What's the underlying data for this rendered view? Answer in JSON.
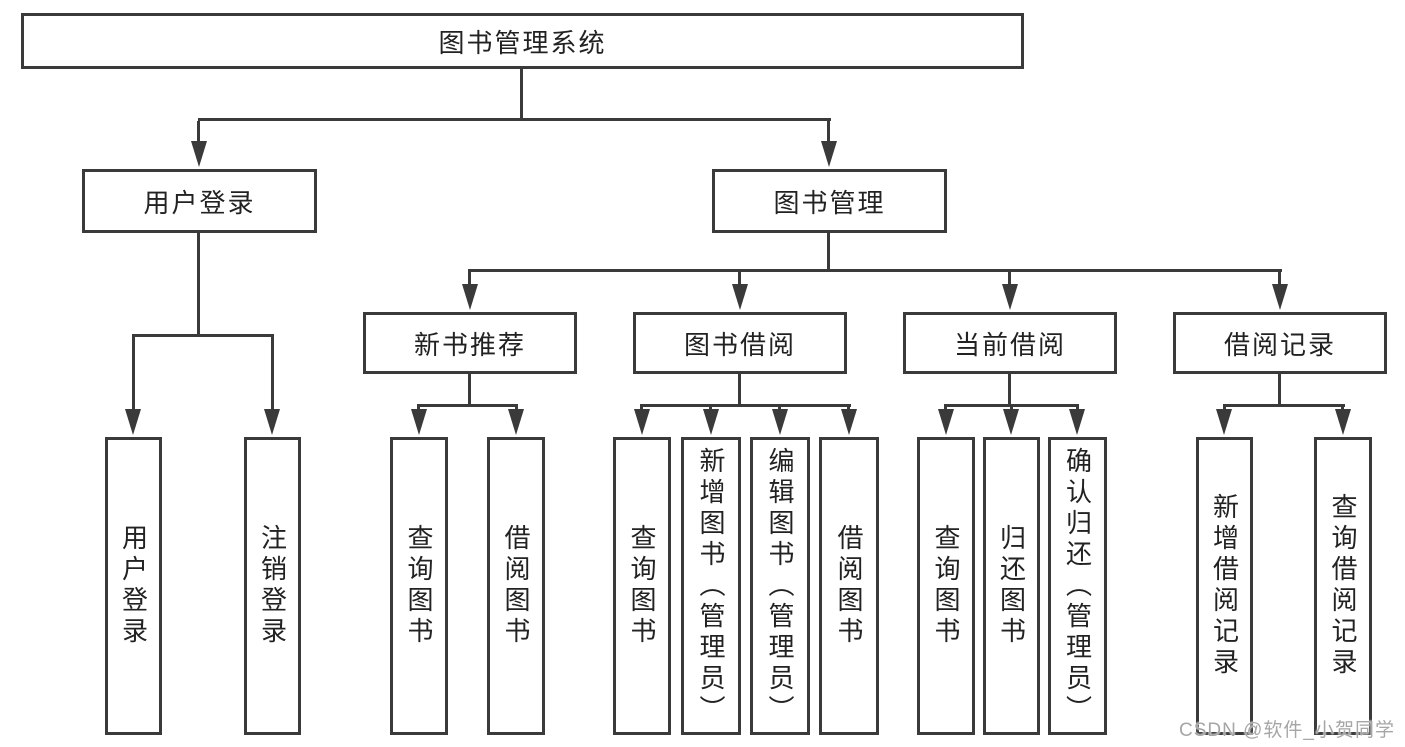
{
  "tree": {
    "root": {
      "label": "图书管理系统"
    },
    "branches": [
      {
        "label": "用户登录",
        "children": [
          {
            "label": "用户登录"
          },
          {
            "label": "注销登录"
          }
        ]
      },
      {
        "label": "图书管理",
        "groups": [
          {
            "label": "新书推荐",
            "children": [
              {
                "label": "查询图书"
              },
              {
                "label": "借阅图书"
              }
            ]
          },
          {
            "label": "图书借阅",
            "children": [
              {
                "label": "查询图书"
              },
              {
                "label": "新增图书（管理员）"
              },
              {
                "label": "编辑图书（管理员）"
              },
              {
                "label": "借阅图书"
              }
            ]
          },
          {
            "label": "当前借阅",
            "children": [
              {
                "label": "查询图书"
              },
              {
                "label": "归还图书"
              },
              {
                "label": "确认归还（管理员）"
              }
            ]
          },
          {
            "label": "借阅记录",
            "children": [
              {
                "label": "新增借阅记录"
              },
              {
                "label": "查询借阅记录"
              }
            ]
          }
        ]
      }
    ]
  },
  "watermark": "CSDN @软件_小贺同学",
  "colors": {
    "line": "#3a3a3a",
    "text": "#222222",
    "watermark": "#a6a6a6",
    "background": "#ffffff"
  }
}
